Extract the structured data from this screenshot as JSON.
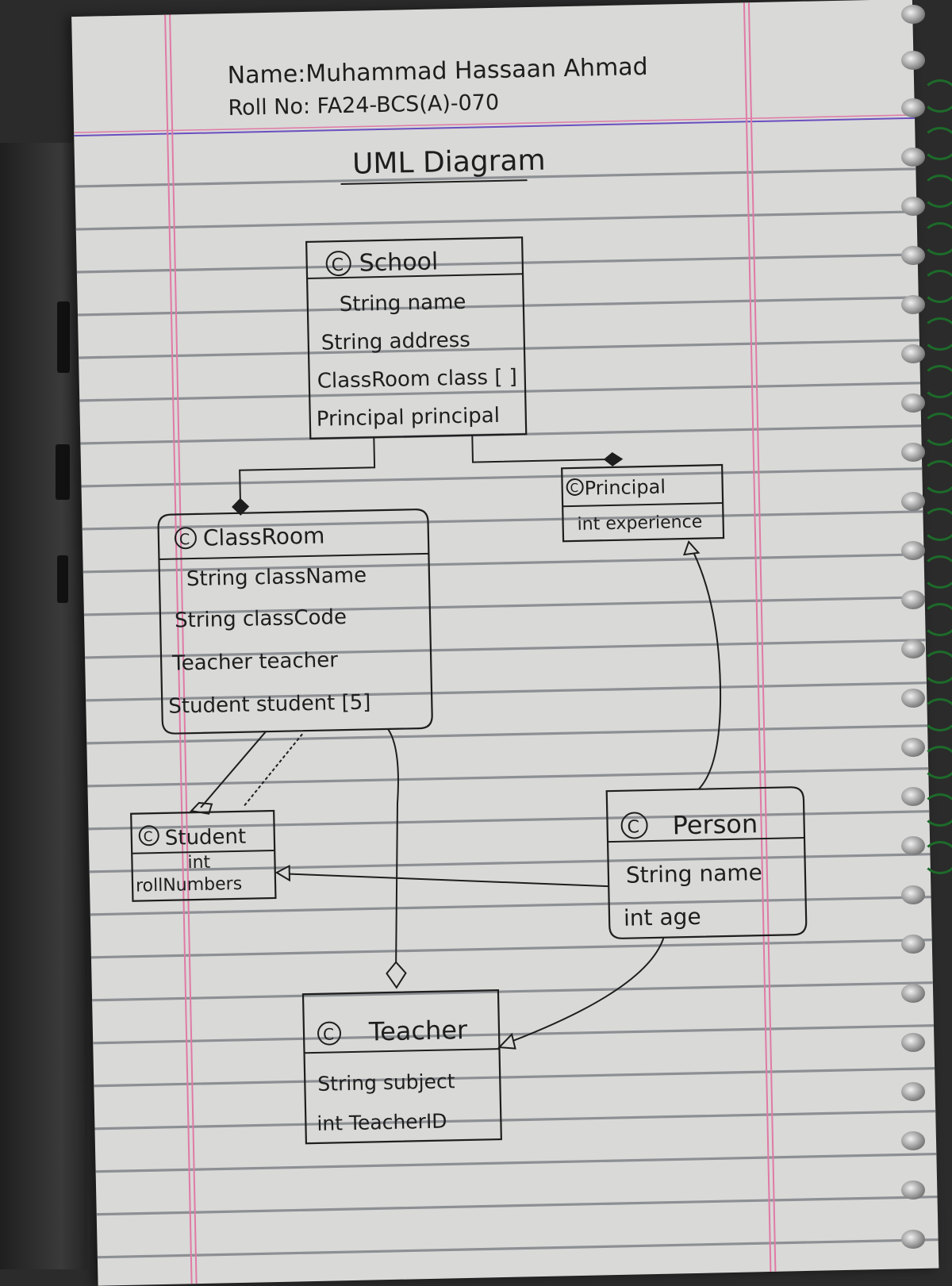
{
  "header": {
    "name_line": "Name:Muhammad Hassaan Ahmad",
    "roll_line": "Roll No: FA24-BCS(A)-070"
  },
  "title": "UML Diagram",
  "class_marker": "C",
  "classes": {
    "school": {
      "name": "School",
      "fields": [
        "String name",
        "String address",
        "ClassRoom class [ ]",
        "Principal principal"
      ]
    },
    "classroom": {
      "name": "ClassRoom",
      "fields": [
        "String className",
        "String classCode",
        "Teacher teacher",
        "Student student [5]"
      ]
    },
    "principal": {
      "name": "Principal",
      "fields": [
        "int experience"
      ]
    },
    "student": {
      "name": "Student",
      "fields": [
        "int",
        "rollNumbers"
      ]
    },
    "person": {
      "name": "Person",
      "fields": [
        "String name",
        "int age"
      ]
    },
    "teacher": {
      "name": "Teacher",
      "fields": [
        "String subject",
        "int TeacherID"
      ]
    }
  },
  "relationships": [
    {
      "from": "School",
      "to": "ClassRoom",
      "kind": "composition"
    },
    {
      "from": "School",
      "to": "Principal",
      "kind": "composition"
    },
    {
      "from": "ClassRoom",
      "to": "Student",
      "kind": "aggregation"
    },
    {
      "from": "ClassRoom",
      "to": "Teacher",
      "kind": "aggregation"
    },
    {
      "from": "Person",
      "to": "Principal",
      "kind": "inheritance"
    },
    {
      "from": "Person",
      "to": "Student",
      "kind": "inheritance"
    },
    {
      "from": "Person",
      "to": "Teacher",
      "kind": "inheritance"
    }
  ],
  "colors": {
    "paper": "#d9d9d7",
    "ink": "#1e1e1e",
    "rule_lines": "#8c8f93",
    "margin_lines": "#e07aa6",
    "header_line": "#6a4fc0",
    "spiral_wire": "#1d6b2a"
  }
}
